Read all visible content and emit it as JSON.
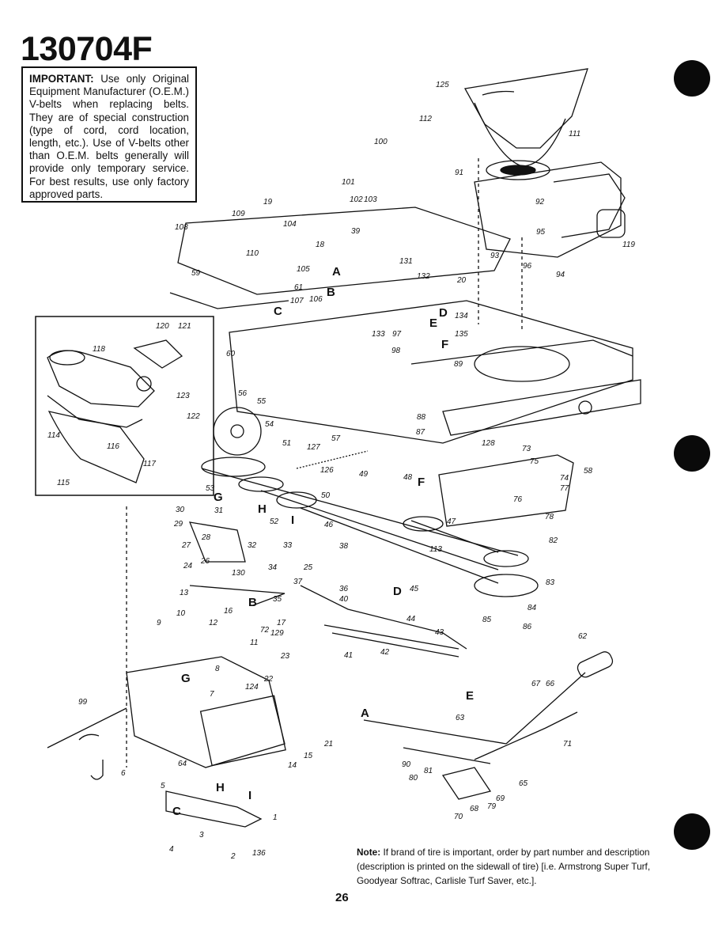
{
  "document": {
    "model_number": "130704F",
    "important_heading": "IMPORTANT:",
    "important_body": "Use only Original Equipment Manufacturer (O.E.M.) V-belts when replacing belts. They are of special construction (type of cord, cord location, length, etc.). Use of V-belts other than O.E.M. belts generally will provide only temporary service. For best results, use only factory approved parts.",
    "note_heading": "Note:",
    "note_body": "If brand of tire is important, order by part number and description (description is printed on the sidewall of tire) [i.e. Armstrong Super Turf, Goodyear Softrac, Carlisle Turf Saver, etc.].",
    "page_number": "26"
  },
  "diagram": {
    "part_numbers": [
      "1",
      "2",
      "3",
      "4",
      "5",
      "6",
      "7",
      "8",
      "9",
      "10",
      "11",
      "12",
      "13",
      "14",
      "15",
      "16",
      "17",
      "18",
      "19",
      "20",
      "21",
      "22",
      "23",
      "24",
      "25",
      "26",
      "27",
      "28",
      "29",
      "30",
      "31",
      "32",
      "33",
      "34",
      "35",
      "36",
      "37",
      "38",
      "39",
      "40",
      "41",
      "42",
      "43",
      "44",
      "45",
      "46",
      "47",
      "48",
      "49",
      "50",
      "51",
      "52",
      "53",
      "54",
      "55",
      "56",
      "57",
      "58",
      "59",
      "60",
      "61",
      "62",
      "63",
      "64",
      "65",
      "66",
      "67",
      "68",
      "69",
      "70",
      "71",
      "72",
      "73",
      "74",
      "75",
      "76",
      "77",
      "78",
      "79",
      "80",
      "81",
      "82",
      "83",
      "84",
      "85",
      "86",
      "87",
      "88",
      "89",
      "90",
      "91",
      "92",
      "93",
      "94",
      "95",
      "96",
      "97",
      "98",
      "99",
      "100",
      "101",
      "102",
      "103",
      "104",
      "105",
      "106",
      "107",
      "108",
      "109",
      "110",
      "111",
      "112",
      "113",
      "114",
      "115",
      "116",
      "117",
      "118",
      "119",
      "120",
      "121",
      "122",
      "123",
      "124",
      "125",
      "126",
      "127",
      "128",
      "129",
      "130",
      "131",
      "132",
      "133",
      "134",
      "135",
      "136"
    ],
    "reference_letters": [
      "A",
      "B",
      "C",
      "D",
      "E",
      "F",
      "G",
      "H",
      "I"
    ]
  }
}
